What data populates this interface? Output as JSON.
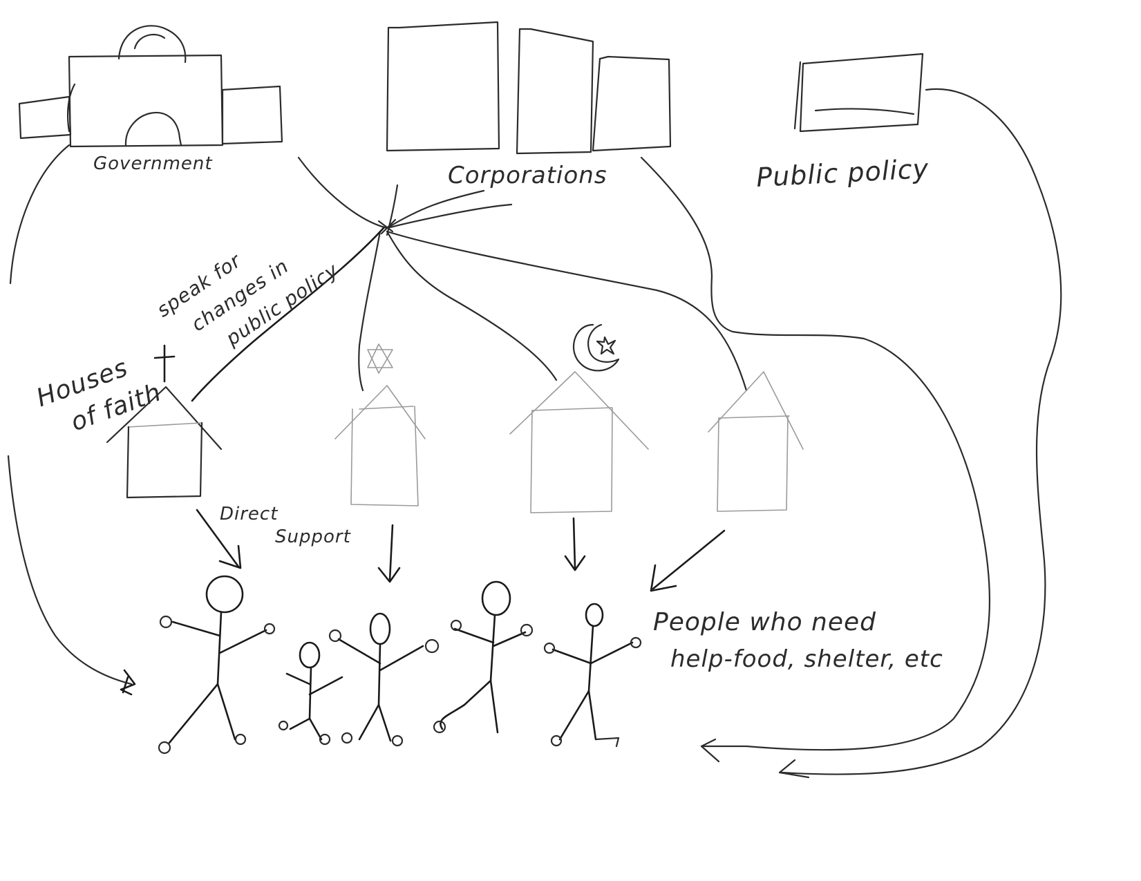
{
  "labels": {
    "government": "Government",
    "corporations": "Corporations",
    "public_policy": "Public policy",
    "speak_for_changes": [
      "speak for",
      "changes in",
      "public policy"
    ],
    "houses_of_faith": [
      "Houses",
      "of faith"
    ],
    "direct_support": [
      "Direct",
      "Support"
    ],
    "people_who_need_help": [
      "People who need",
      "help-food, shelter, etc"
    ]
  },
  "colors": {
    "ink": "#2b2b2b",
    "pencil": "#9a9a9a",
    "paper": "#ffffff"
  }
}
